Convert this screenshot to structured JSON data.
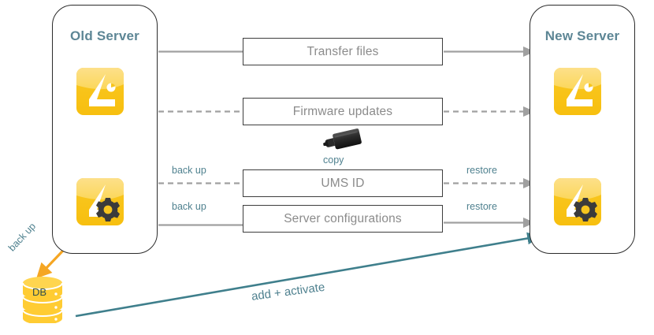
{
  "diagram": {
    "title_old": "Old Server",
    "title_new": "New Server",
    "panels": [
      {
        "id": "old",
        "label": "Old Server"
      },
      {
        "id": "new",
        "label": "New Server"
      }
    ],
    "flows": [
      {
        "id": "transfer-files",
        "label": "Transfer files",
        "left_connector": "solid",
        "right_connector": "solid-arrow",
        "left_caption": "",
        "right_caption": ""
      },
      {
        "id": "firmware-updates",
        "label": "Firmware updates",
        "left_connector": "dashed",
        "right_connector": "dashed-arrow",
        "left_caption": "",
        "right_caption": ""
      },
      {
        "id": "ums-id",
        "label": "UMS ID",
        "left_connector": "dashed",
        "right_connector": "dashed-arrow",
        "left_caption": "back up",
        "right_caption": "restore"
      },
      {
        "id": "server-configurations",
        "label": "Server configurations",
        "left_connector": "solid",
        "right_connector": "solid-arrow",
        "left_caption": "back up",
        "right_caption": "restore"
      }
    ],
    "captions": {
      "copy": "copy",
      "back_up_1": "back up",
      "back_up_2": "back up",
      "restore_1": "restore",
      "restore_2": "restore",
      "back_up_db": "back up",
      "add_activate": "add + activate"
    },
    "database": {
      "label": "DB"
    },
    "icons": {
      "app": "igel-app-icon",
      "app_config": "igel-app-config-gear-icon",
      "usb": "usb-stick-icon",
      "database": "database-cylinder-icon",
      "sync_arrow": "orange-double-arrow-icon"
    },
    "colors": {
      "title_teal": "#5d8695",
      "caption_teal": "#4f818f",
      "box_text_gray": "#8b8b8b",
      "connector_gray": "#a0a0a0",
      "icon_yellow": "#f7c51e",
      "icon_yellow_light": "#fbd75b",
      "orange_arrow": "#f5a623",
      "teal_arrow": "#3f7f8c",
      "panel_border": "#2b2b2b",
      "db_yellow": "#ffcc33"
    }
  }
}
